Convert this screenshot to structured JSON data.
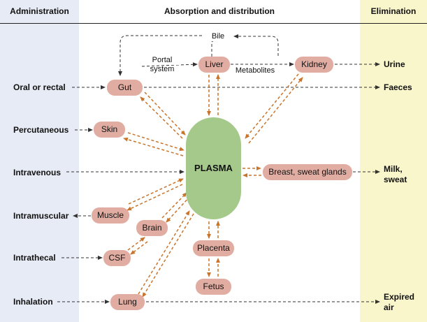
{
  "headers": {
    "administration": "Administration",
    "absorption": "Absorption and distribution",
    "elimination": "Elimination"
  },
  "routes": {
    "oral": "Oral or rectal",
    "percutaneous": "Percutaneous",
    "intravenous": "Intravenous",
    "intramuscular": "Intramuscular",
    "intrathecal": "Intrathecal",
    "inhalation": "Inhalation"
  },
  "nodes": {
    "gut": "Gut",
    "skin": "Skin",
    "muscle": "Muscle",
    "brain": "Brain",
    "csf": "CSF",
    "lung": "Lung",
    "liver": "Liver",
    "kidney": "Kidney",
    "breast": "Breast, sweat glands",
    "placenta": "Placenta",
    "fetus": "Fetus",
    "plasma": "PLASMA"
  },
  "flow_labels": {
    "bile": "Bile",
    "portal_1": "Portal",
    "portal_2": "system",
    "metabolites": "Metabolites"
  },
  "outputs": {
    "urine": "Urine",
    "faeces": "Faeces",
    "milk_1": "Milk,",
    "milk_2": "sweat",
    "expired_1": "Expired",
    "expired_2": "air"
  },
  "colors": {
    "admin_bg": "#e7ebf5",
    "elim_bg": "#f9f6cc",
    "node_fill": "#e1ada2",
    "plasma_fill": "#a4c98b",
    "exchange_arrow": "#c8742b",
    "route_arrow": "#333333"
  }
}
